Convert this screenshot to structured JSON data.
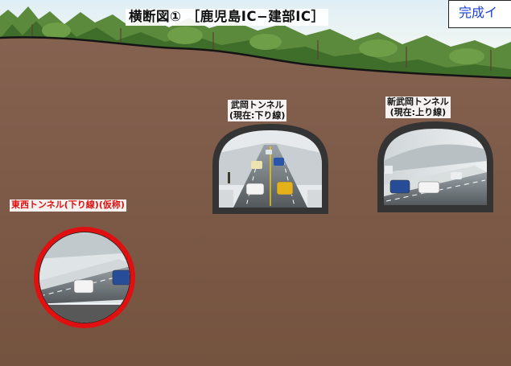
{
  "title": "横断図① ［鹿児島IC−建部IC］",
  "badge": "完成イ",
  "tunnels": [
    {
      "name": "武岡トンネル",
      "status": "(現在:下り線)"
    },
    {
      "name": "新武岡トンネル",
      "status": "(現在:上り線)"
    },
    {
      "name": "東西トンネル(下り線)(仮称)",
      "highlight": true
    }
  ],
  "colors": {
    "ground": "#7d5a45",
    "highlight_ring": "#e01010",
    "label_red": "#e01010",
    "badge_text": "#1a3fd6"
  }
}
